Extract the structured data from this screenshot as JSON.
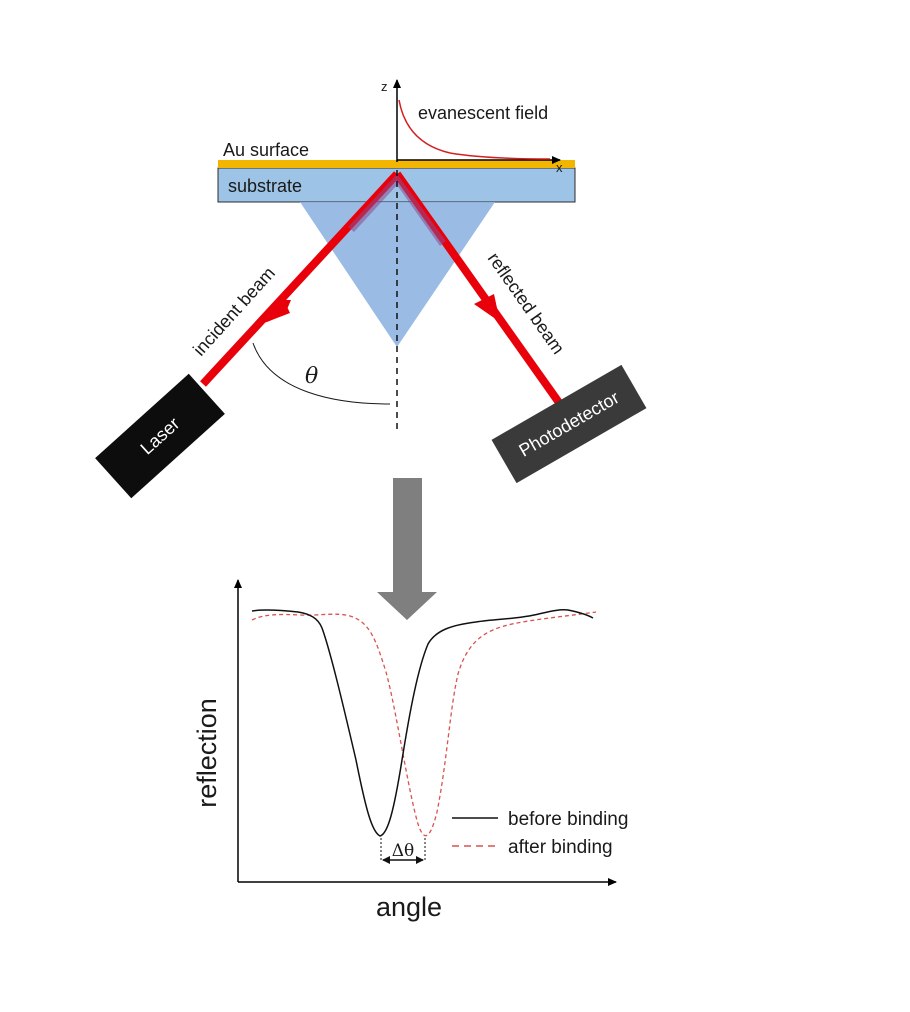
{
  "setup": {
    "z_axis_label": "z",
    "x_axis_label": "x",
    "evanescent_label": "evanescent field",
    "au_surface_label": "Au surface",
    "substrate_label": "substrate",
    "incident_beam_label": "incident beam",
    "reflected_beam_label": "reflected beam",
    "angle_label": "θ",
    "laser_label": "Laser",
    "detector_label": "Photodetector"
  },
  "colors": {
    "gold": "#f3b600",
    "substrate": "#9dc3e6",
    "prism": "#8fb4e1",
    "beam": "#e8000b",
    "evanescent": "#d42020",
    "arrow_gray": "#7f7f7f",
    "before_curve": "#111111",
    "after_curve": "#d9534f"
  },
  "chart_data": {
    "type": "line",
    "xlabel": "angle",
    "ylabel": "reflection",
    "series": [
      {
        "name": "before binding",
        "style": "solid",
        "color": "#111111"
      },
      {
        "name": "after binding",
        "style": "dashed",
        "color": "#d9534f"
      }
    ],
    "delta_label": "Δθ",
    "grid": false,
    "legend": "lower-right"
  }
}
